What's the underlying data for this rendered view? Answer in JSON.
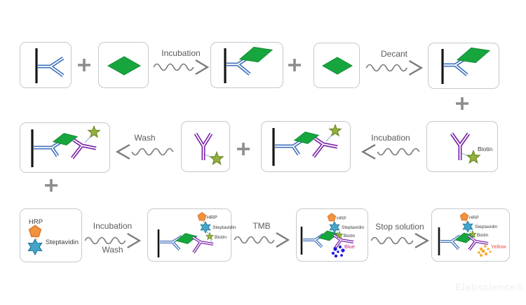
{
  "steps": {
    "incubation": "Incubation",
    "decant": "Decant",
    "wash": "Wash",
    "tmb": "TMB",
    "stop_solution": "Stop solution"
  },
  "labels": {
    "hrp": "HRP",
    "steptavidin": "Steptavidin",
    "biotin": "Biotin",
    "blue": "Blue",
    "yellow": "Yellow"
  },
  "colors": {
    "capture_antibody_blue": "#4273bc",
    "antigen_green": "#17a63e",
    "detection_antibody_purple": "#7a22a8",
    "biotin_star_green": "#93b13d",
    "steptavidin_star_teal": "#45a5c8",
    "hrp_pentagon_orange": "#f0923e",
    "substrate_blue_dots": "#1c18e0",
    "product_yellow_dots": "#f5ab2e",
    "blue_label_text": "#c52283",
    "yellow_label_text": "#ee4b4b",
    "arrow_gray": "#7d7d7d",
    "box_border_gray": "#c6c8ca"
  },
  "watermark": "Elabscience®"
}
